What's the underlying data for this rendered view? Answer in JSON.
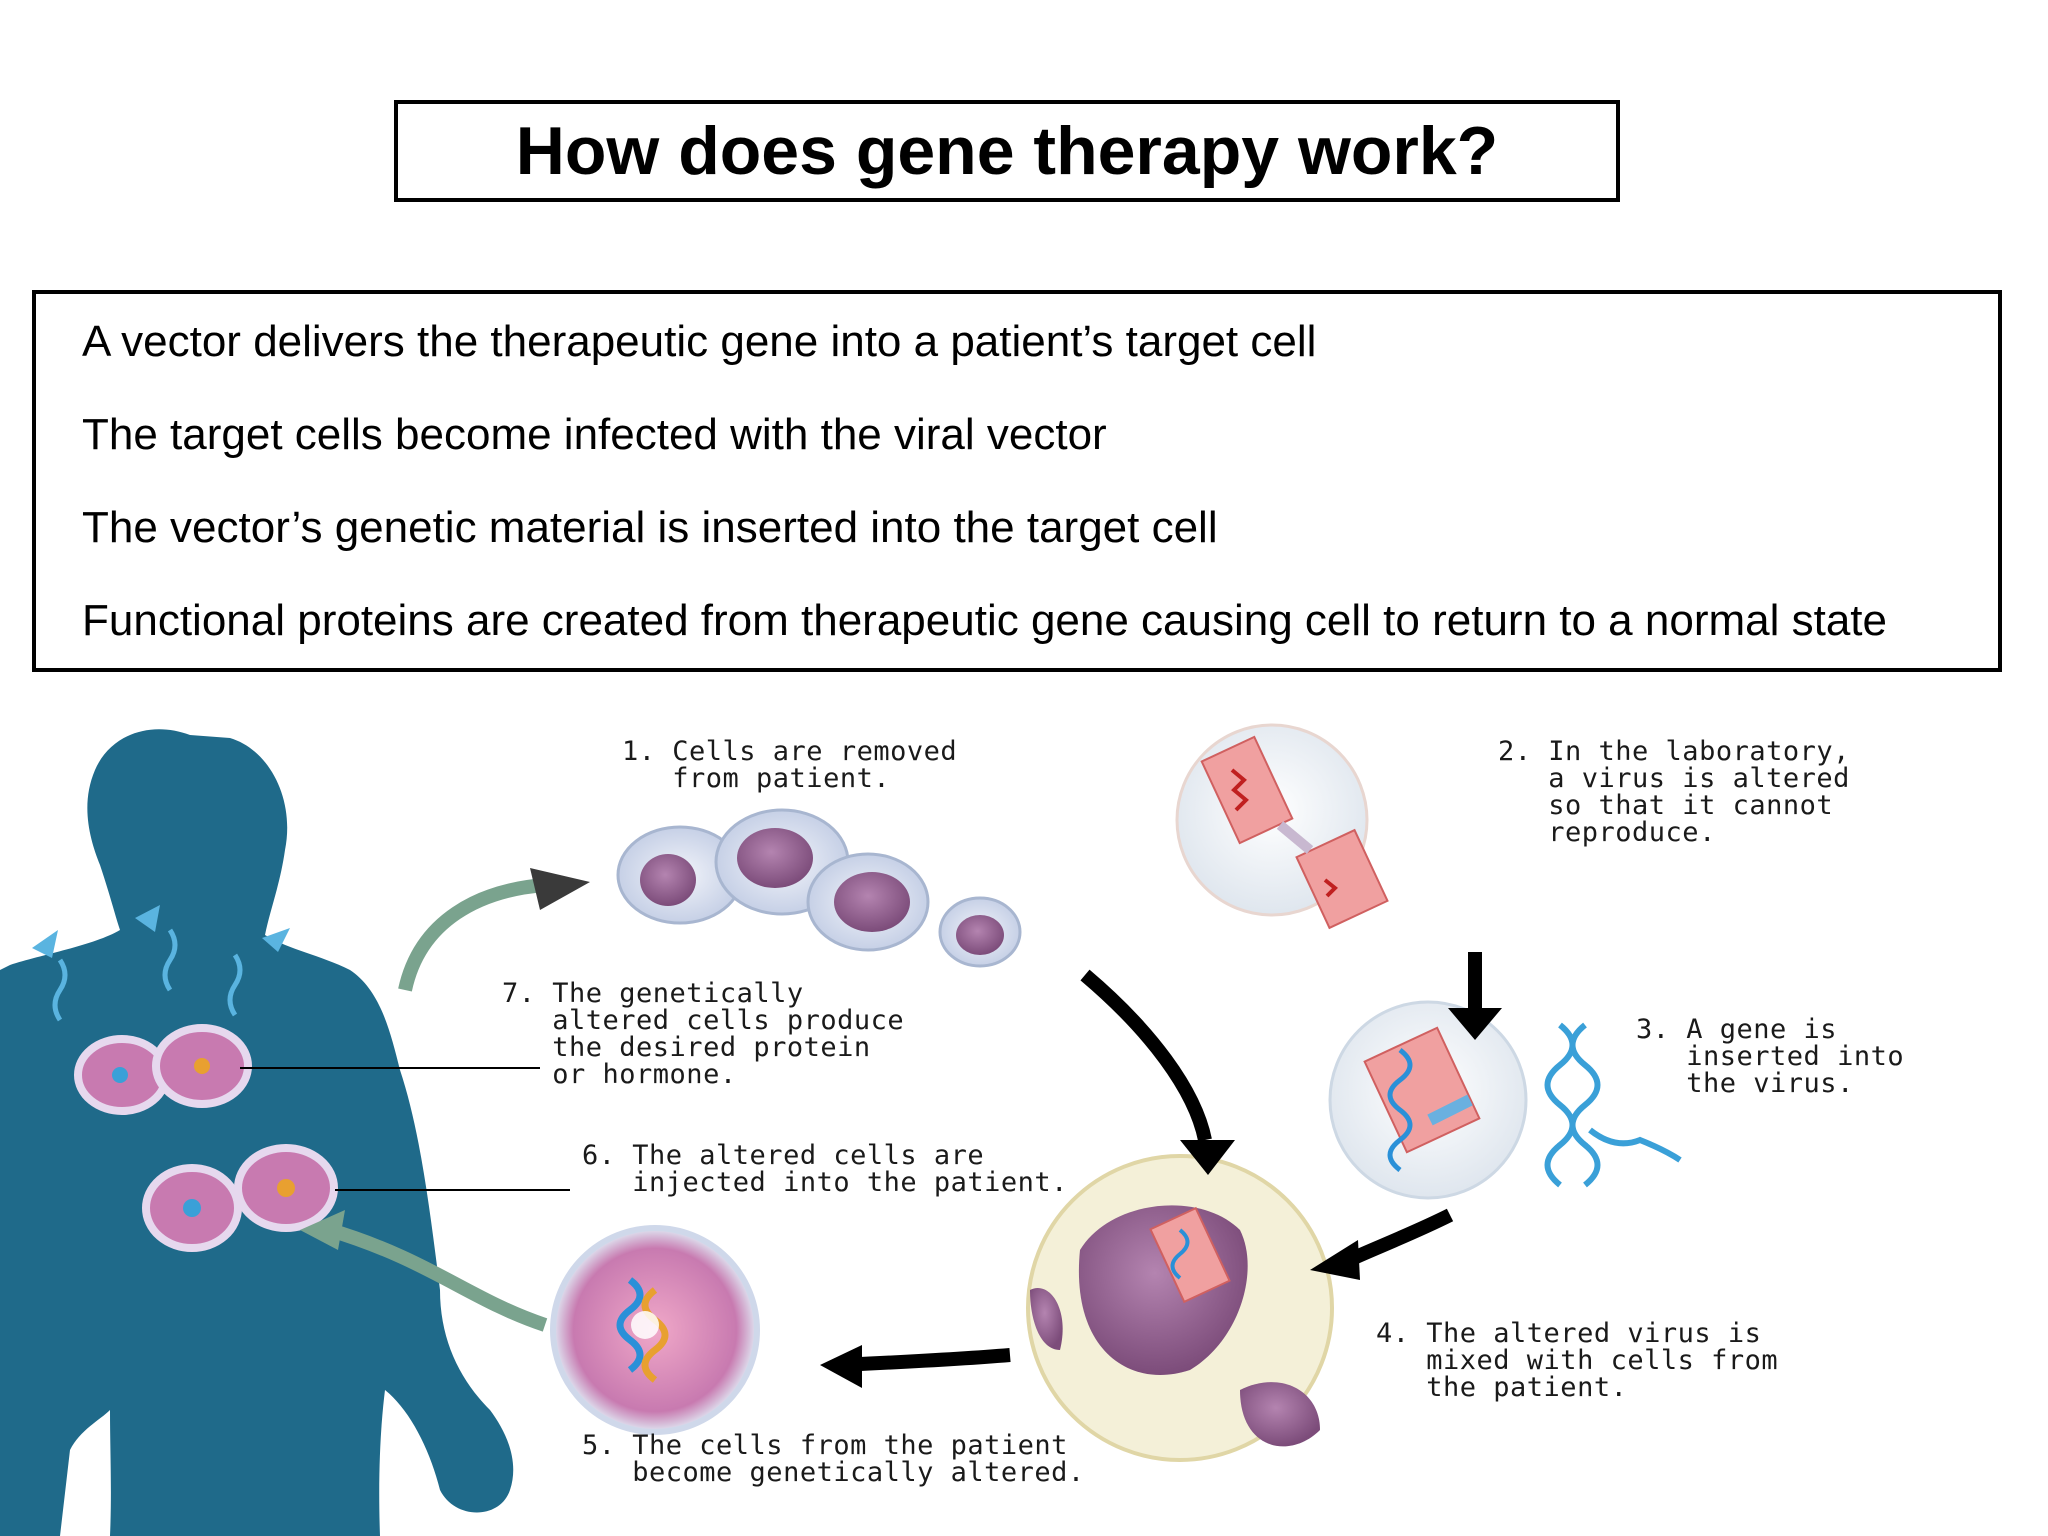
{
  "title": "How does gene therapy work?",
  "bullets": [
    "A vector delivers the therapeutic gene into a patient’s target cell",
    "The target cells become infected with the viral vector",
    "The vector’s genetic material is inserted into the target cell",
    "Functional proteins are created from  therapeutic gene causing cell to return to a normal state"
  ],
  "steps": [
    "1. Cells are removed\n   from patient.",
    "2. In the laboratory,\n   a virus is altered\n   so that it cannot\n   reproduce.",
    "3. A gene is\n   inserted into\n   the virus.",
    "4. The altered virus is\n   mixed with cells from\n   the patient.",
    "5. The cells from the patient\n   become genetically altered.",
    "6. The altered cells are\n   injected into the patient.",
    "7. The genetically\n   altered cells produce\n   the desired protein\n   or hormone."
  ],
  "colors": {
    "body_silhouette": "#1f6a8a",
    "cell_membrane": "#cfd8ea",
    "cell_nucleus": "#8a5a86",
    "virus": "#e88a88",
    "dna": "#3aa0d8",
    "arrow": "#000000",
    "green_arrow": "#7aa38e"
  }
}
